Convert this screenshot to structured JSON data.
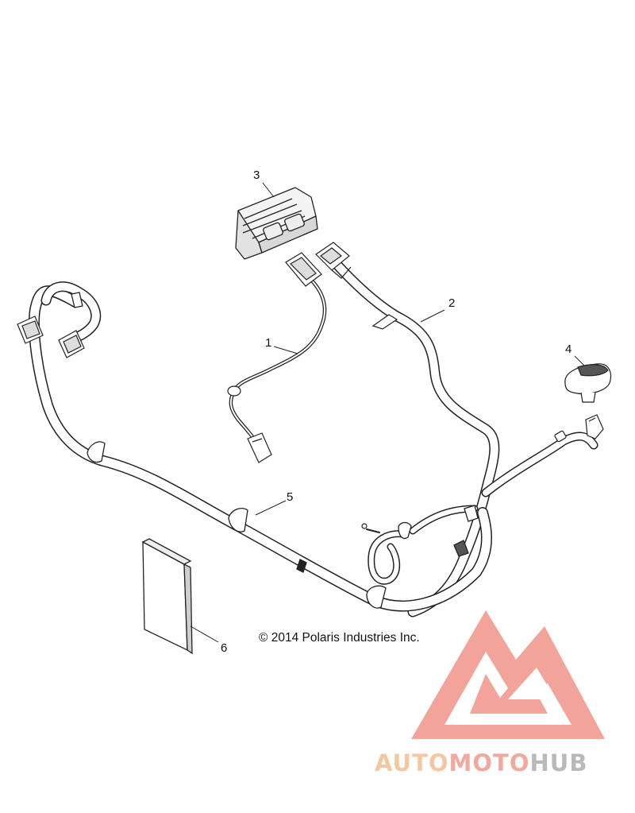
{
  "diagram": {
    "callouts": [
      "1",
      "2",
      "3",
      "4",
      "5",
      "6"
    ],
    "copyright": "© 2014 Polaris Industries Inc."
  },
  "watermark": {
    "words": [
      "AUTO",
      "MOTO",
      "HUB"
    ],
    "colors": [
      "#f5c7a0",
      "#f2a89c",
      "#b9b9b9"
    ],
    "logo_color": "#f19a90"
  }
}
